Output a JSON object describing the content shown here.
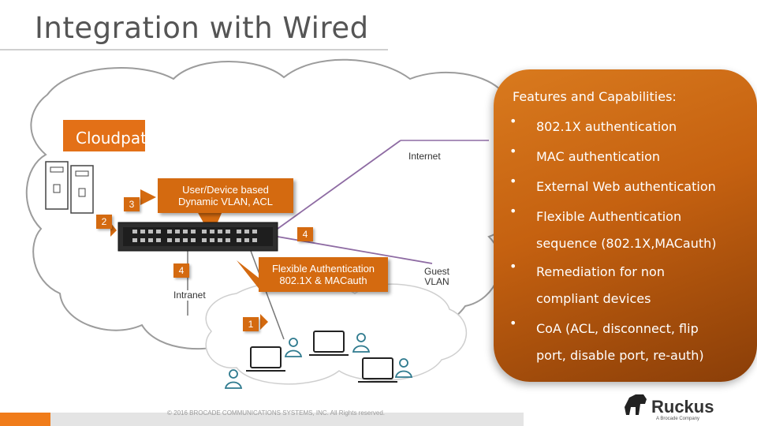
{
  "slide": {
    "title": "Integration with Wired"
  },
  "diagram": {
    "logo_text": "Cloudpath",
    "internet_label": "Internet",
    "intranet_label": "Intranet",
    "guest_vlan_label": "Guest\nVLAN",
    "callouts": {
      "user_device": "User/Device based\nDynamic VLAN, ACL",
      "flexible_auth": "Flexible Authentication\n802.1X & MACauth"
    },
    "step_numbers": [
      "3",
      "2",
      "4",
      "4",
      "1"
    ]
  },
  "features": {
    "heading": "Features and Capabilities:",
    "bullet_symbol": "•",
    "items": [
      {
        "lines": [
          "802.1X authentication"
        ]
      },
      {
        "lines": [
          "MAC authentication"
        ]
      },
      {
        "lines": [
          "External Web authentication"
        ]
      },
      {
        "lines": [
          "Flexible Authentication",
          "sequence (802.1X,MACauth)"
        ]
      },
      {
        "lines": [
          "Remediation for non",
          "compliant devices"
        ]
      },
      {
        "lines": [
          "CoA (ACL, disconnect, flip",
          "port, disable port, re-auth)"
        ]
      }
    ]
  },
  "footer": {
    "copyright": "© 2016 BROCADE COMMUNICATIONS SYSTEMS, INC. All Rights reserved.",
    "brand": "Ruckus",
    "tagline": "A Brocade Company"
  },
  "colors": {
    "accent": "#d46a10",
    "brand_orange": "#f07c1a",
    "panel_dark": "#8a3e08",
    "line_purple": "#8e6ba3"
  }
}
